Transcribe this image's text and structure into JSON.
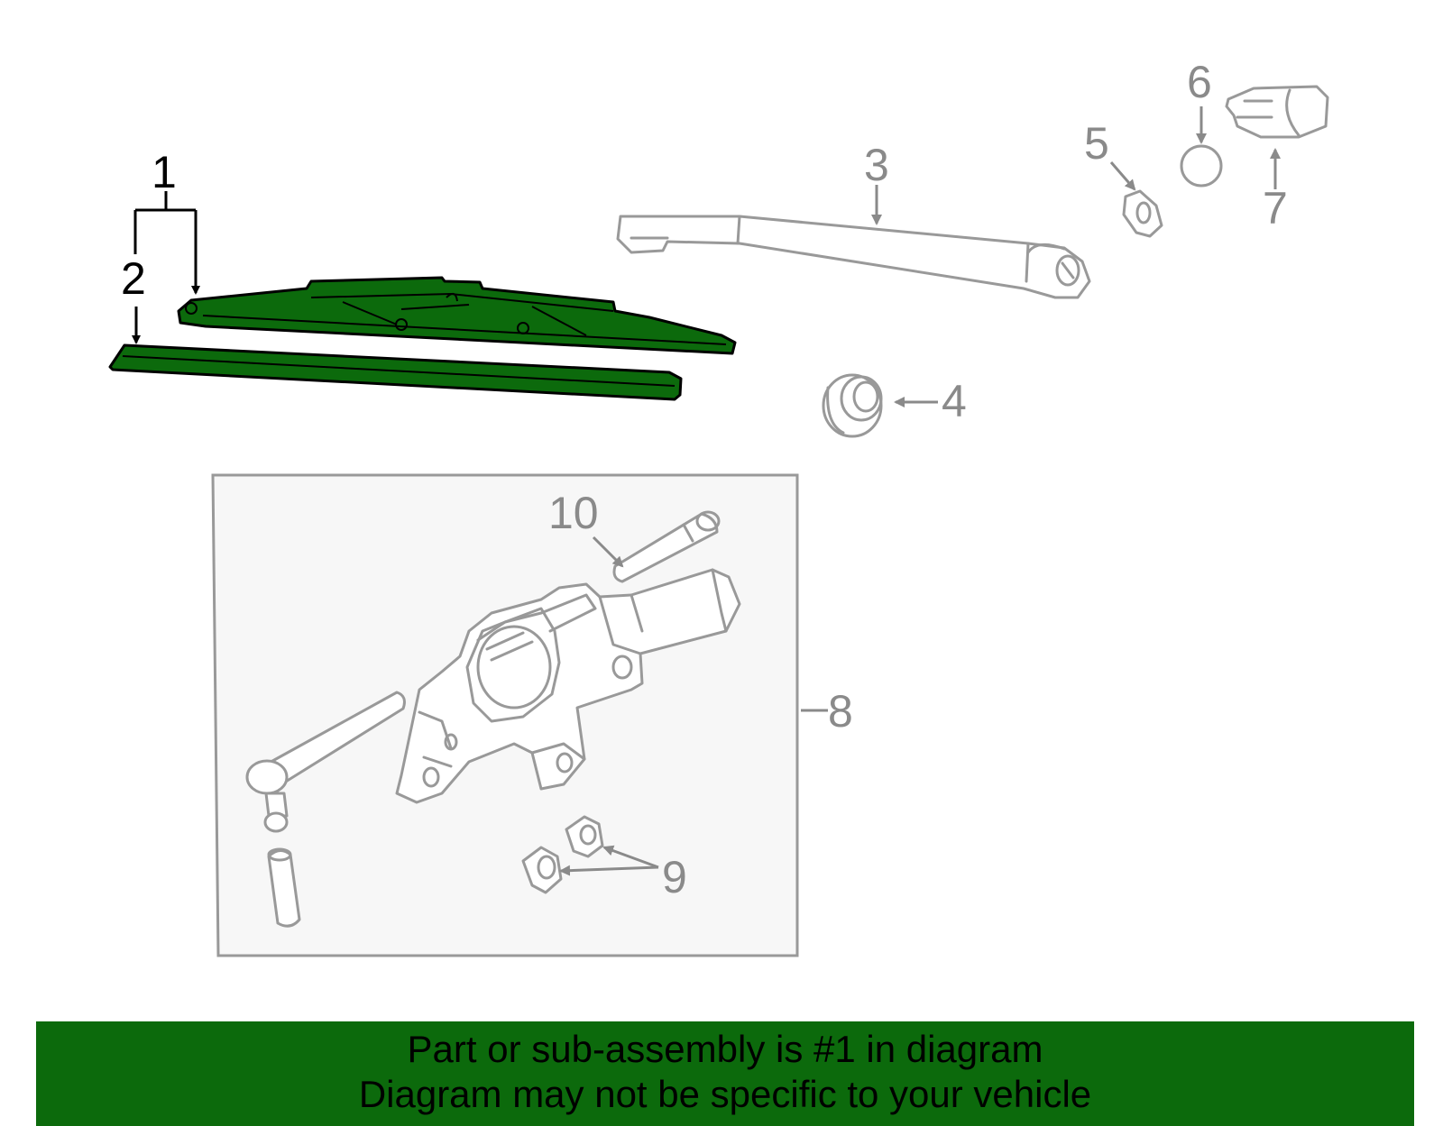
{
  "callouts": {
    "c1": "1",
    "c2": "2",
    "c3": "3",
    "c4": "4",
    "c5": "5",
    "c6": "6",
    "c7": "7",
    "c8": "8",
    "c9": "9",
    "c10": "10"
  },
  "highlighted_part": "1",
  "colors": {
    "highlight": "#0c6a0c",
    "inactive_line": "#999999",
    "subassembly_box_fill": "#f7f7f7"
  },
  "banner": {
    "line1": "Part or sub-assembly is #1 in diagram",
    "line2": "Diagram may not be specific to your vehicle"
  }
}
